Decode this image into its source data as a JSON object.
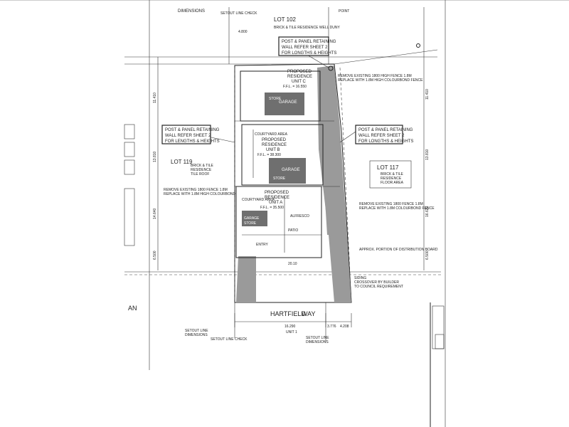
{
  "top": {
    "dimensions": "DIMENSIONS",
    "setout_check": "SETOUT LINE CHECK",
    "lot_102": "LOT 102",
    "lot_102_note": "BRICK & TILE RESIDENCE WELL DUNY",
    "point": "POINT",
    "dim_4800": "4.800"
  },
  "notes": {
    "retaining_top": [
      "POST & PANEL RETAINING",
      "WALL REFER SHEET 2",
      "FOR LONGTHS & HEIGHTS"
    ],
    "retaining_left": [
      "POST & PANEL RETAINING",
      "WALL REFER SHEET 2",
      "FOR LENGTHS & HEIGHTS"
    ],
    "retaining_right": [
      "POST & PANEL RETAINING",
      "WALL REFER SHEET 2",
      "FOR LONGTHS & HEIGHTS"
    ]
  },
  "units": {
    "unit_c": [
      "PROPOSED",
      "RESIDENCE",
      "UNIT C",
      "F.F.L. = 16.550"
    ],
    "unit_b": [
      "PROPOSED",
      "RESIDENCE",
      "UNIT B",
      "F.F.L. = 38.300"
    ],
    "unit_a": [
      "PROPOSED",
      "RESIDENCE",
      "UNIT A",
      "F.F.L. = 35.500"
    ]
  },
  "rooms": {
    "garage_c": "GARAGE",
    "store_c": "STORE",
    "garage_b": "GARAGE",
    "store_b": "STORE",
    "garage_a": "GARAGE",
    "store_a": "STORE",
    "courtyard_b": "COURTYARD AREA",
    "courtyard_a": "COURTYARD AREA",
    "alfresco": "ALFRESCO",
    "patio": "PATIO",
    "entry": "ENTRY"
  },
  "lots": {
    "lot_119": "LOT 119",
    "lot_119_note": [
      "BRICK & TILE",
      "RESIDENCE",
      "TILE ROOF"
    ],
    "lot_117": "LOT 117",
    "lot_117_note": [
      "BRICK & TILE",
      "RESIDENCE",
      "FLOOR AREA"
    ]
  },
  "dims": {
    "left_1": "11.410",
    "left_2": "13.810",
    "left_3": "14.640",
    "left_4": "6.500",
    "right_1": "11.410",
    "right_2": "13.810",
    "right_3": "16.620",
    "right_4": "6.500",
    "dim_bottom": "16.290",
    "dim_3776": "3.776",
    "dim_4208": "4.208",
    "dim_2010": "20.10"
  },
  "bottom": {
    "street": "HARTFIELD",
    "way": "WAY",
    "unit_1": "UNIT 1",
    "setout_left": [
      "SETOUT LINE",
      "DIMENSIONS"
    ],
    "setout_check": "SETOUT LINE CHECK",
    "setout_right": [
      "SETOUT LINE",
      "DIMENSIONS"
    ],
    "partial_an": "AN",
    "approx_portion": "APPROX. PORTION OF DISTRIBUTION BOARD",
    "side_note": [
      "SIDING",
      "CROSSOVER BY BUILDER",
      "TO COUNCIL REQUIREMENT"
    ]
  },
  "fences": {
    "top_right": [
      "REMOVE EXISTING 1800 HIGH FENCE 1.8M",
      "REPLACE WITH 1.8M HIGH COLOURBOND FENCE"
    ],
    "mid_left": [
      "REMOVE EXISTING 1800 FENCE 1.8M",
      "REPLACE WITH 1.8M HIGH COLOURBOND"
    ],
    "mid_right": [
      "REMOVE EXISTING 1800 FENCE 1.8M",
      "REPLACE WITH 1.8M COLOURBOND FENCE"
    ]
  }
}
